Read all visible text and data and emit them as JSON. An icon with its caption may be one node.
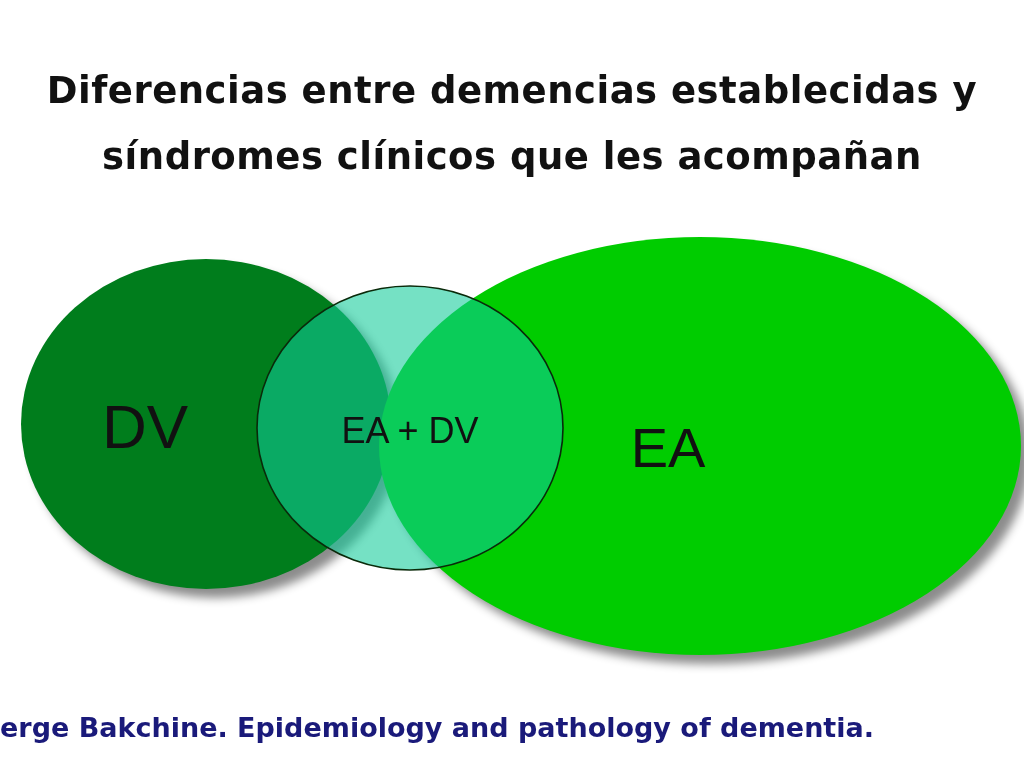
{
  "diagram": {
    "title": "Diferencias entre demencias establecidas y síndromes clínicos que les acompañan",
    "caption": "erge Bakchine. Epidemiology and pathology of dementia.",
    "nodes": [
      {
        "text": [
          "DV"
        ]
      },
      {
        "text": [
          "EA"
        ]
      },
      {
        "text": [
          "EA + DV"
        ]
      }
    ]
  }
}
